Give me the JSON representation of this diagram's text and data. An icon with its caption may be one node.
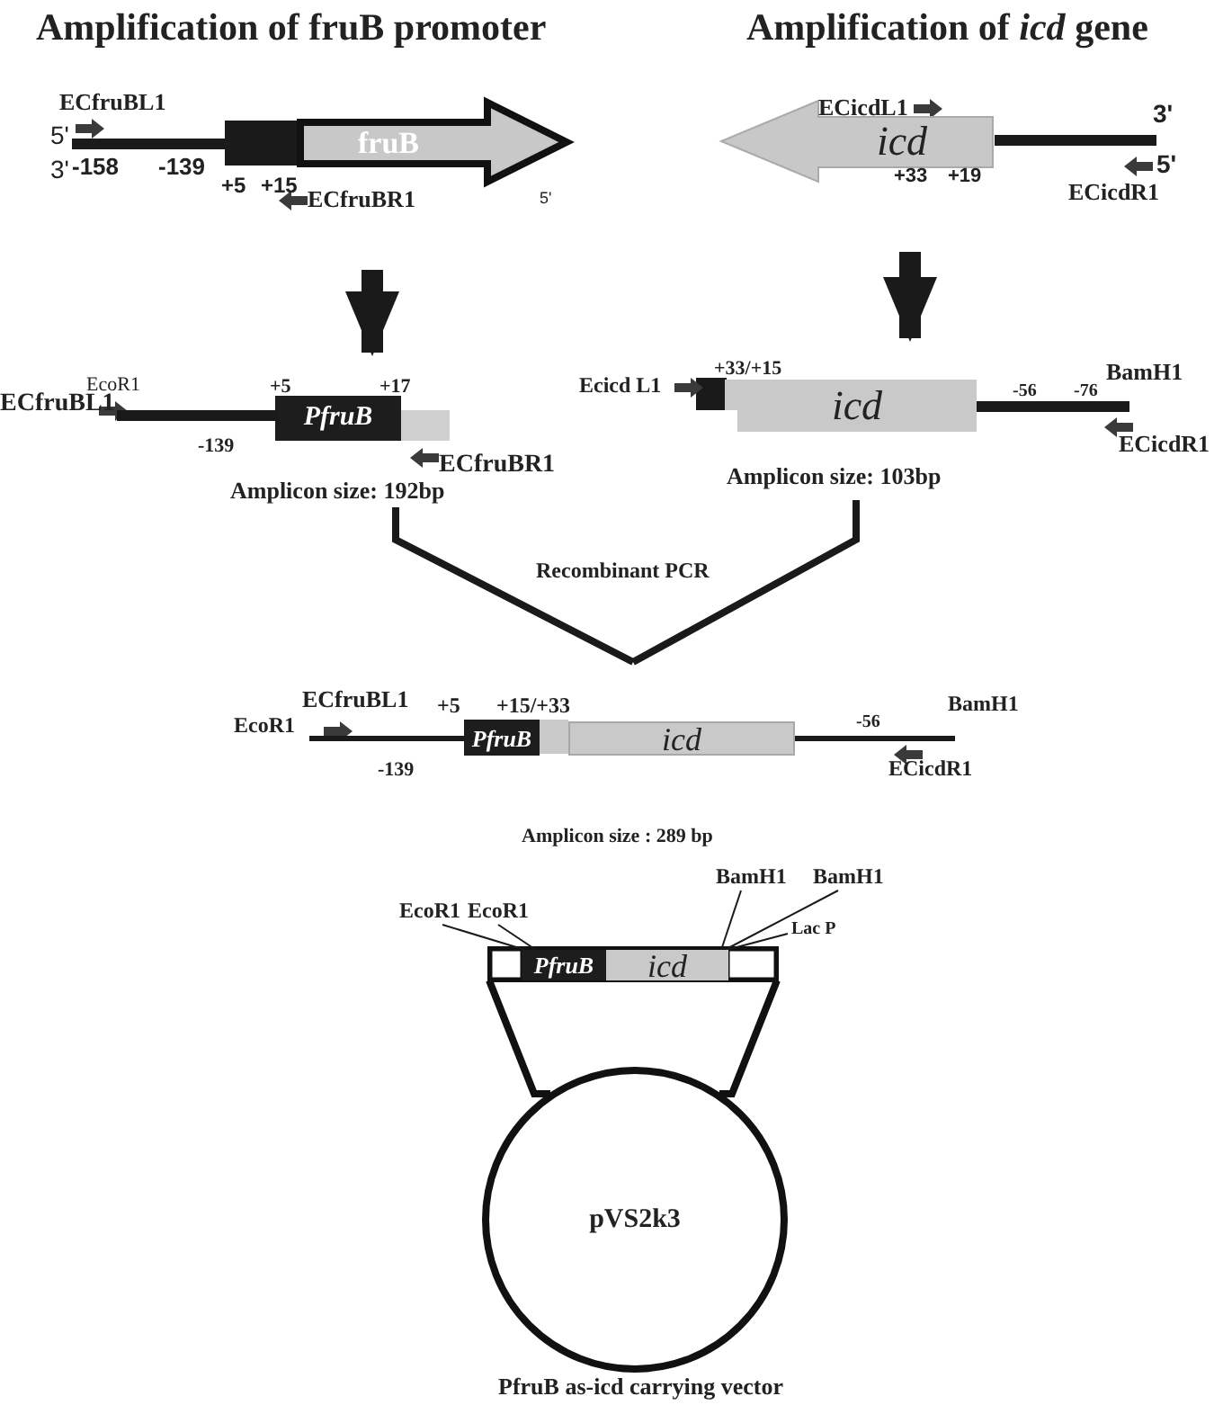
{
  "diagram": {
    "caption": "PfruB as-icd carrying vector",
    "nodes": [
      {
        "text": [
          "fruB"
        ]
      },
      {
        "text": [
          "icd"
        ]
      },
      {
        "text": [
          "PfruB"
        ]
      },
      {
        "text": [
          "icd"
        ]
      },
      {
        "text": [
          "Amplicon size: 192bp"
        ]
      },
      {
        "text": [
          "Amplicon size: 103bp"
        ]
      },
      {
        "text": [
          "PfruB"
        ]
      },
      {
        "text": [
          "icd"
        ]
      },
      {
        "text": [
          "EcoR1"
        ]
      },
      {
        "text": [
          "EcoR1"
        ]
      },
      {
        "text": [
          "BamH1"
        ]
      },
      {
        "text": [
          "BamH1"
        ]
      },
      {
        "text": [
          "Lac P"
        ]
      },
      {
        "text": [
          "PfruB"
        ]
      },
      {
        "text": [
          "icd"
        ]
      },
      {
        "text": [
          "pVS2k3"
        ]
      },
      {
        "text": [],
        "shape": "bar"
      },
      {
        "text": [],
        "shape": "bar"
      },
      {
        "text": [],
        "shape": "bar"
      },
      {
        "text": [],
        "shape": "bar"
      },
      {
        "text": [],
        "shape": "bar"
      },
      {
        "text": [],
        "shape": "bar"
      }
    ],
    "edges": [
      {
        "from": 0,
        "to": 2,
        "arrow": "to",
        "style": "thick"
      },
      {
        "from": 1,
        "to": 3,
        "arrow": "to",
        "style": "thick"
      },
      {
        "from": 4,
        "to": null,
        "arrow": "none",
        "style": "thick"
      },
      {
        "from": 5,
        "to": null,
        "arrow": "none",
        "style": "thick"
      },
      {
        "from": 8,
        "to": 13,
        "arrow": "none"
      },
      {
        "from": 9,
        "to": 13,
        "arrow": "none"
      },
      {
        "from": 10,
        "to": 14,
        "arrow": "none"
      },
      {
        "from": 11,
        "to": 14,
        "arrow": "none"
      },
      {
        "from": 12,
        "to": 14,
        "arrow": "none"
      }
    ],
    "labels": [
      "Amplification of fruB promoter",
      "Amplification of *icd* gene",
      "ECfruBL1",
      "ECicdL1",
      "3'",
      "5'",
      "3'",
      "-158",
      "-139",
      "5'",
      "+5",
      "+15",
      "+33",
      "+19",
      "ECfruBR1",
      "5'",
      "ECicdR1",
      "+33/+15",
      "BamH1",
      "EcoR1",
      "+5",
      "+17",
      "Ecicd L1",
      "-56",
      "-76",
      "ECfruBL1",
      "-139",
      "ECfruBR1",
      "ECicdR1",
      "Recombinant PCR",
      "ECfruBL1",
      "+5",
      "+15/+33",
      "BamH1",
      "EcoR1",
      "-56",
      "-139",
      "ECicdR1",
      "Amplicon size : 289 bp"
    ]
  }
}
